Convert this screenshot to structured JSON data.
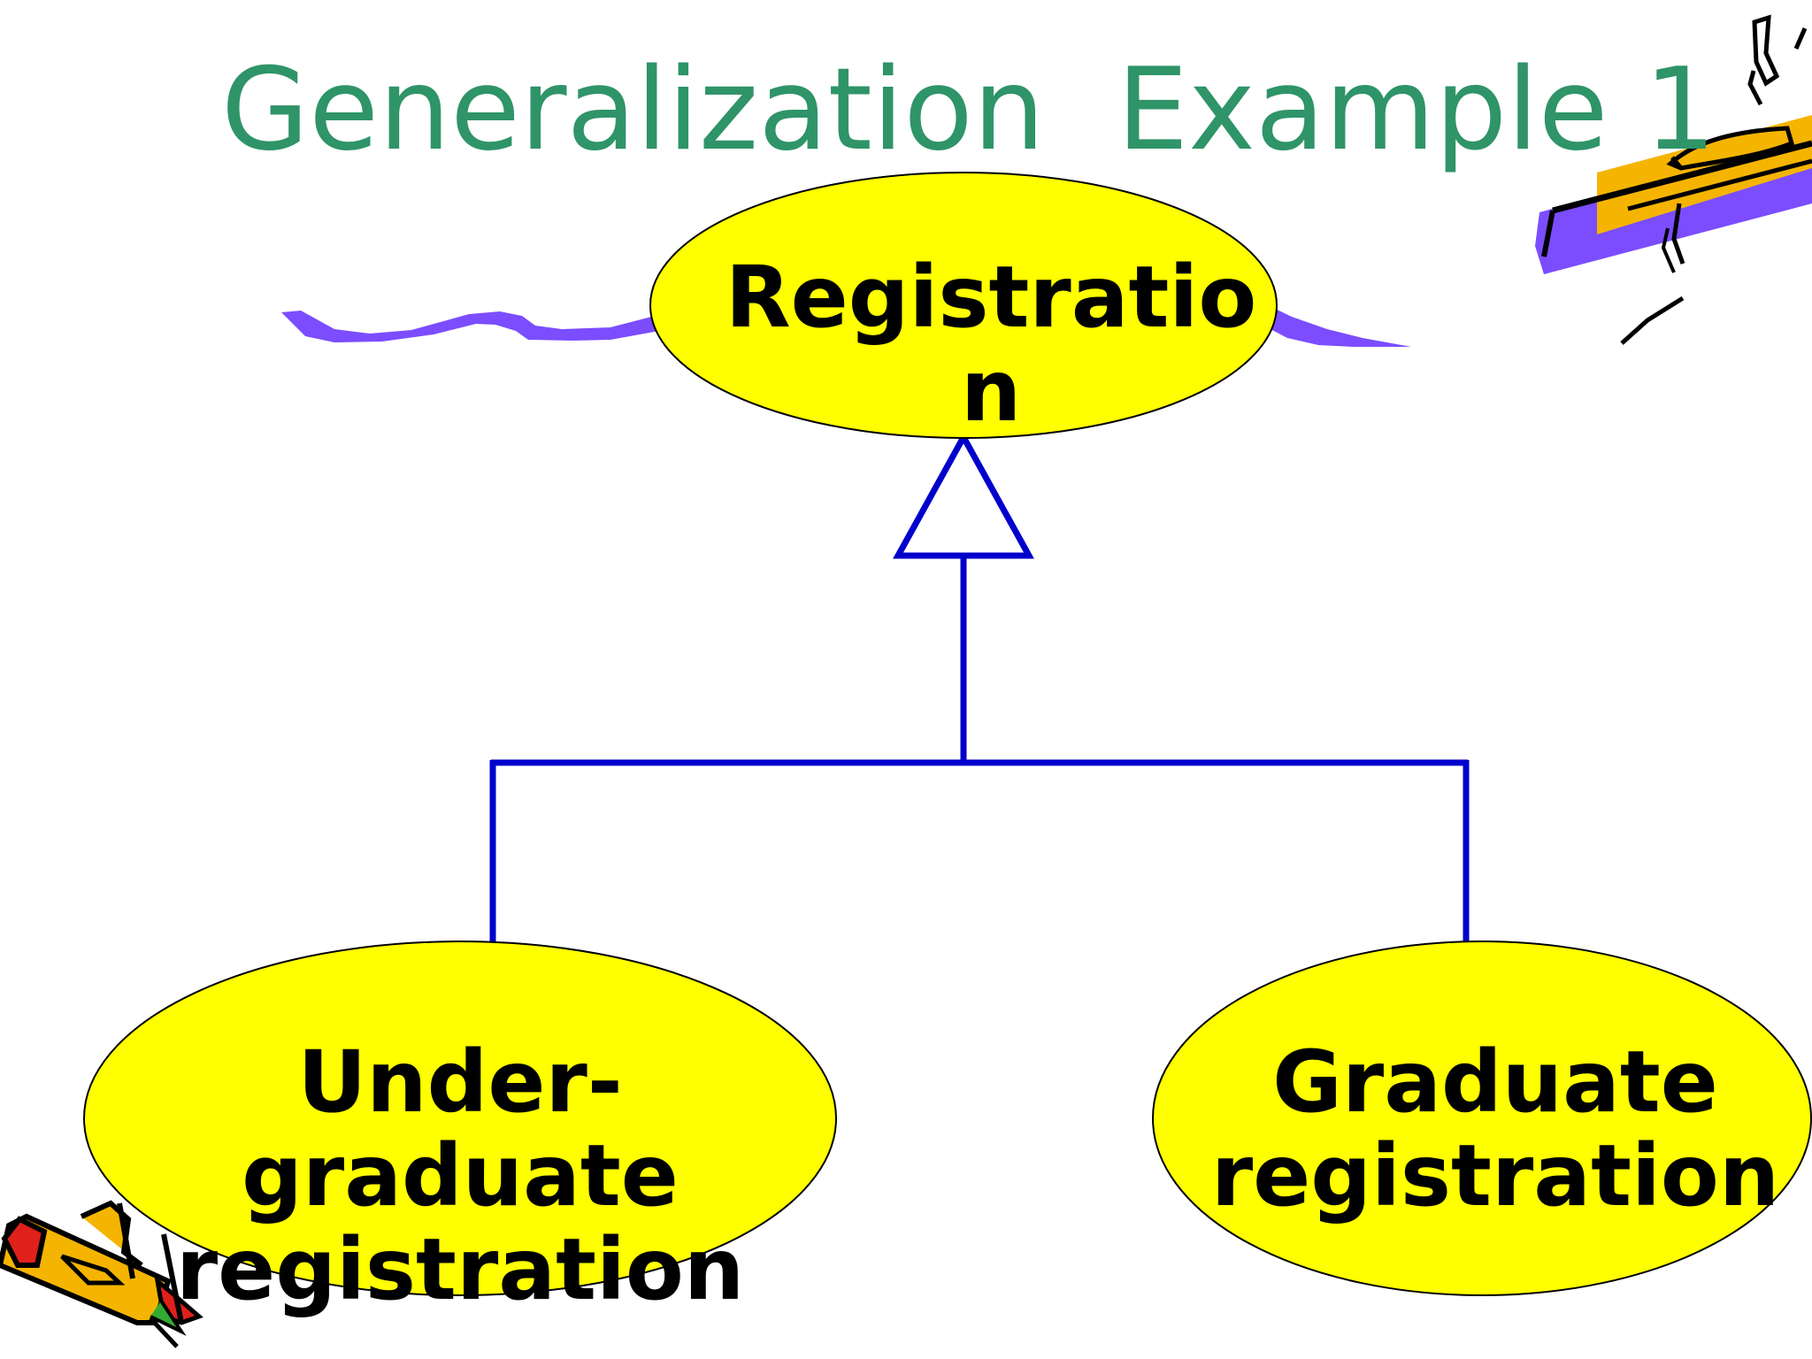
{
  "slide": {
    "title": "Generalization  Example 1"
  },
  "diagram": {
    "relationship": "generalization",
    "parent": {
      "label": "Registratio\nn"
    },
    "children": [
      {
        "label": "Under-\ngraduate\nregistration"
      },
      {
        "label": "Graduate\nregistration"
      }
    ]
  },
  "colors": {
    "title": "#2f9468",
    "ellipse_fill": "#ffff00",
    "connector": "#0000cc",
    "swoosh": "#7b4dff",
    "pencil_yellow": "#f5b400",
    "pencil_purple": "#7b4dff",
    "pencil_red": "#e0201a"
  },
  "clipart": {
    "top_right": "pencil-with-stripes-icon",
    "bottom_left": "pencil-icon"
  }
}
